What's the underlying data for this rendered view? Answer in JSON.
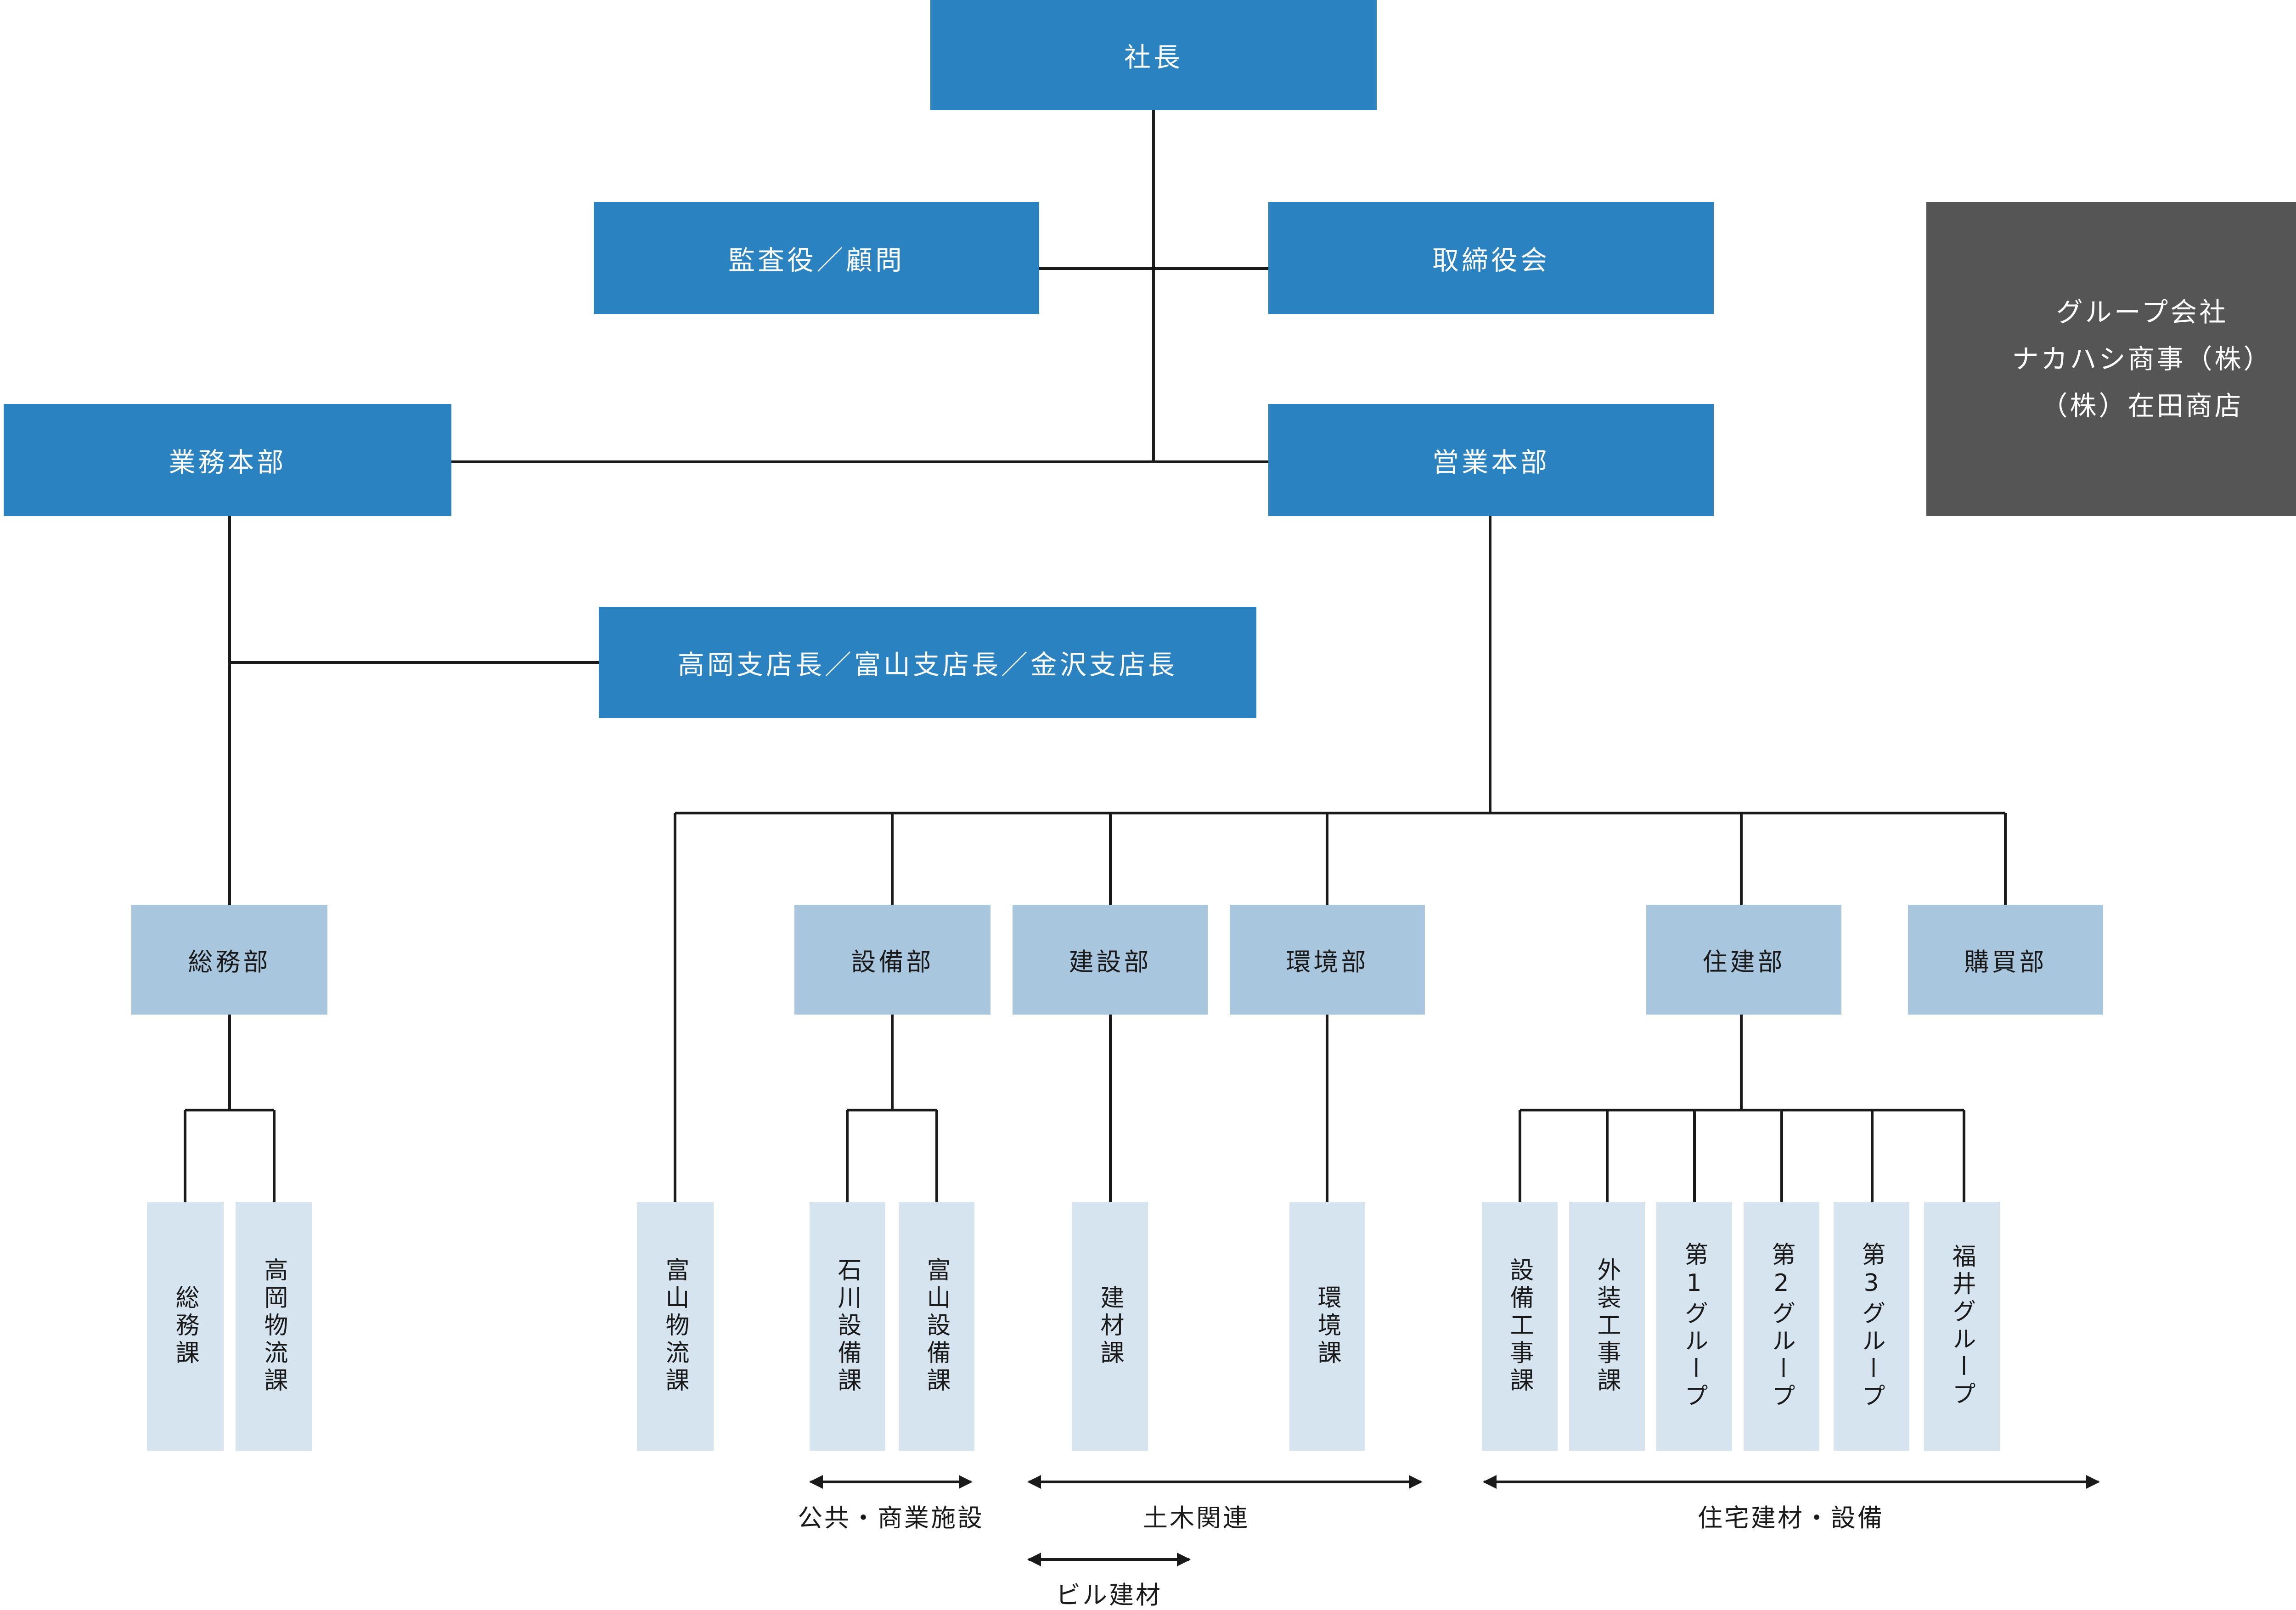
{
  "title": "社長",
  "dark_boxes": {
    "president": "社長",
    "auditor": "監査役／顧問",
    "board": "取締役会",
    "ops_hq": "業務本部",
    "sales_hq": "営業本部",
    "branch": "高岡支店長／富山支店長／金沢支店長"
  },
  "group": {
    "heading": "グループ会社",
    "company1": "ナカハシ商事（株）",
    "company2": "（株）在田商店",
    "text": "グループ会社\nナカハシ商事（株）\n（株）在田商店"
  },
  "departments": {
    "general_affairs": "総務部",
    "facilities": "設備部",
    "construction": "建設部",
    "environment": "環境部",
    "housing": "住建部",
    "purchasing": "購買部"
  },
  "sections": {
    "general_affairs_sec": "総務課",
    "takaoka_logistics": "高岡物流課",
    "toyama_logistics": "富山物流課",
    "ishikawa_facilities": "石川設備課",
    "toyama_facilities": "富山設備課",
    "building_materials": "建材課",
    "environment_sec": "環境課",
    "facility_works": "設備工事課",
    "exterior_works": "外装工事課",
    "group1": "第1グループ",
    "group2": "第2グループ",
    "group3": "第3グループ",
    "fukui_group": "福井グループ"
  },
  "annotations": {
    "public_commercial": "公共・商業施設",
    "civil_engineering": "土木関連",
    "building_supplies": "ビル建材",
    "housing_materials": "住宅建材・設備"
  },
  "colors": {
    "dark_blue": "#2a82c1",
    "light_blue": "#a8c6dd",
    "pale_blue": "#d5e4ef",
    "gray": "#555555",
    "line": "#1a1a1a"
  }
}
